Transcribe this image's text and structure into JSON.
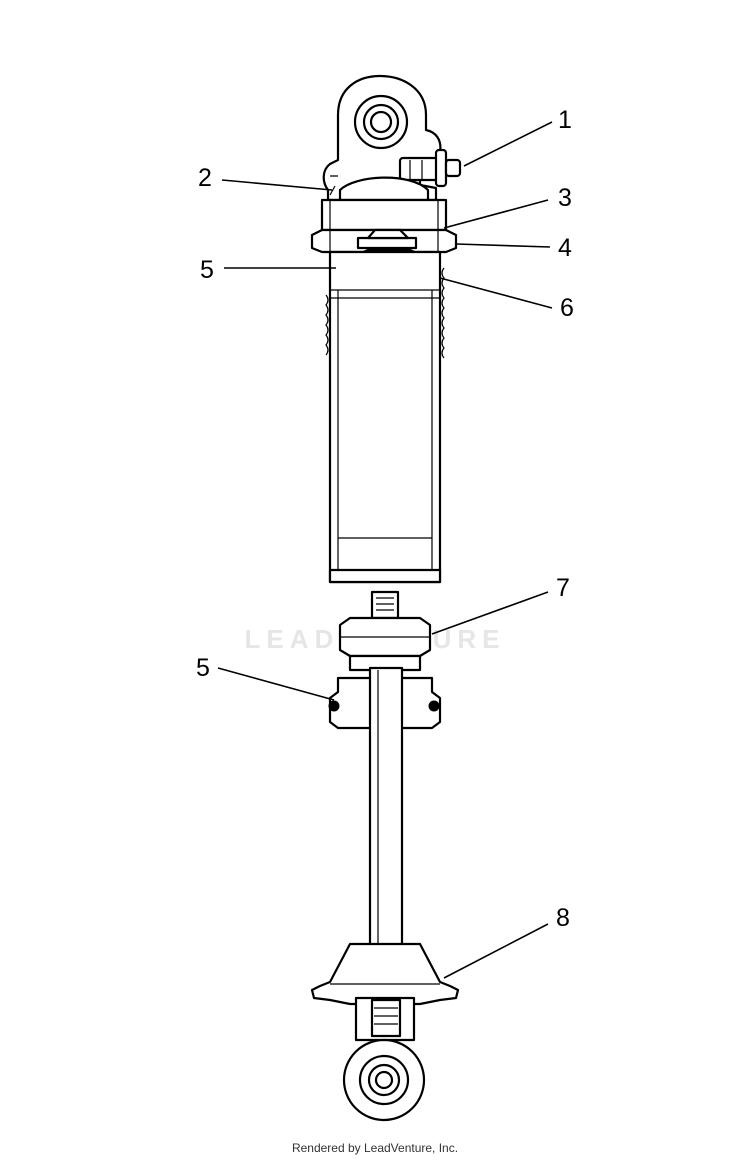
{
  "callouts": [
    {
      "id": "1",
      "label": "1"
    },
    {
      "id": "2",
      "label": "2"
    },
    {
      "id": "3",
      "label": "3"
    },
    {
      "id": "4",
      "label": "4"
    },
    {
      "id": "5a",
      "label": "5"
    },
    {
      "id": "6",
      "label": "6"
    },
    {
      "id": "7",
      "label": "7"
    },
    {
      "id": "5b",
      "label": "5"
    },
    {
      "id": "8",
      "label": "8"
    }
  ],
  "watermark": {
    "text": "LEADVENTURE"
  },
  "footer": {
    "credit": "Rendered by LeadVenture, Inc."
  }
}
